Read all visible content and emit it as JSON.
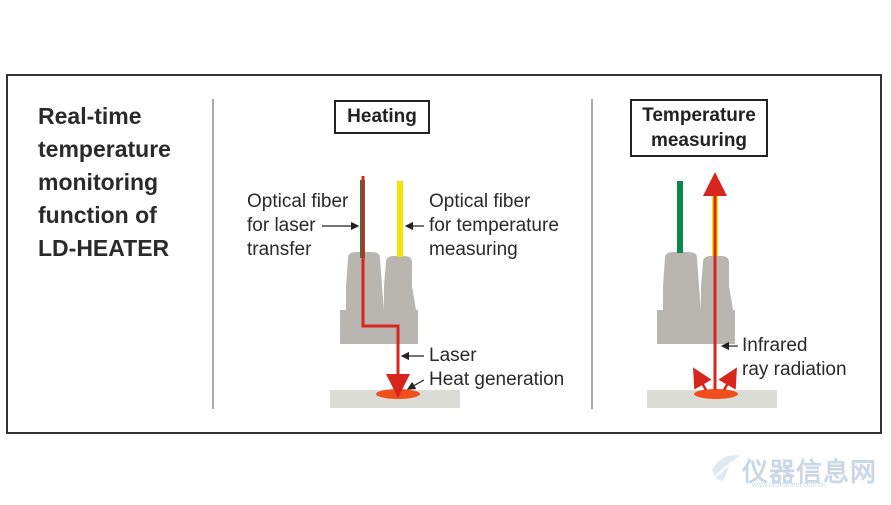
{
  "title_lines": [
    "Real-time",
    "temperature",
    "monitoring",
    "function of",
    "LD-HEATER"
  ],
  "heating": {
    "box_label": "Heating",
    "fiber_laser_label": [
      "Optical fiber",
      "for laser",
      "transfer"
    ],
    "fiber_temp_label": [
      "Optical fiber",
      "for temperature",
      "measuring"
    ],
    "laser_label": "Laser",
    "heat_label": "Heat generation"
  },
  "measuring": {
    "box_label": [
      "Temperature",
      "measuring"
    ],
    "infrared_label": [
      "Infrared",
      "ray radiation"
    ]
  },
  "colors": {
    "laser_red": "#d7261e",
    "fiber_green": "#0a8a4a",
    "fiber_yellow": "#f2e400",
    "housing_gray": "#b9b6b2",
    "base_gray": "#dcdcd6",
    "hotspot_orange": "#f04e1a"
  },
  "watermark": {
    "text": "仪器信息网",
    "sub": "www.instrument.com.cn"
  }
}
